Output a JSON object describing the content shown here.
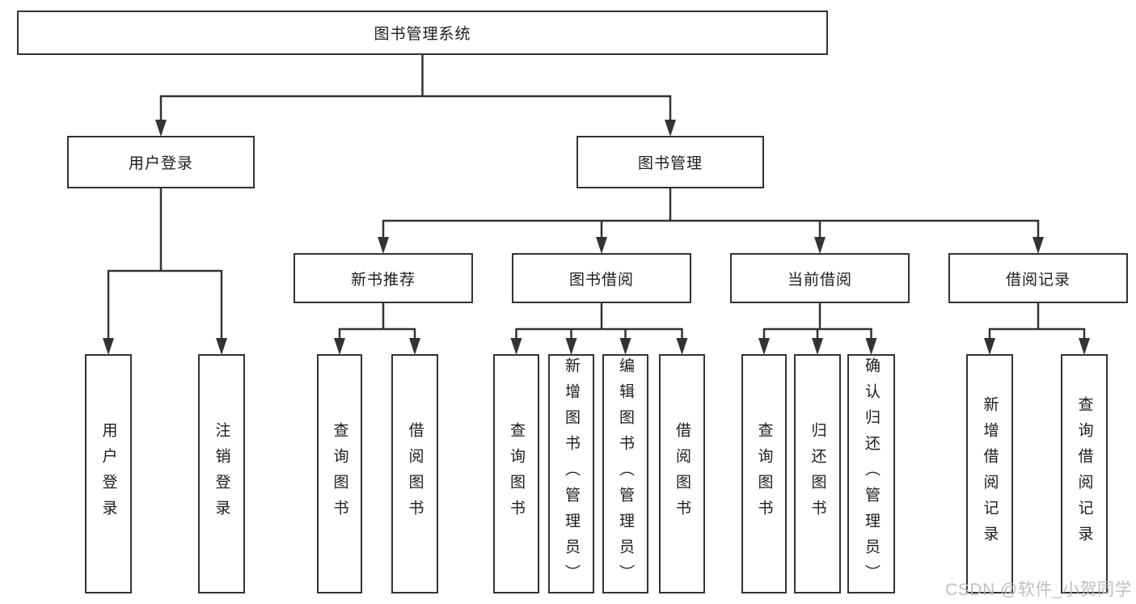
{
  "diagram_title": "图书管理系统",
  "nodes": [
    {
      "id": "root",
      "label": "图书管理系统",
      "parent": null,
      "text_direction": "horizontal"
    },
    {
      "id": "user-login",
      "label": "用户登录",
      "parent": "root",
      "text_direction": "horizontal"
    },
    {
      "id": "book-mgmt",
      "label": "图书管理",
      "parent": "root",
      "text_direction": "horizontal"
    },
    {
      "id": "new-book-rec",
      "label": "新书推荐",
      "parent": "book-mgmt",
      "text_direction": "horizontal"
    },
    {
      "id": "book-borrow",
      "label": "图书借阅",
      "parent": "book-mgmt",
      "text_direction": "horizontal"
    },
    {
      "id": "current-borrow",
      "label": "当前借阅",
      "parent": "book-mgmt",
      "text_direction": "horizontal"
    },
    {
      "id": "borrow-record",
      "label": "借阅记录",
      "parent": "book-mgmt",
      "text_direction": "horizontal"
    },
    {
      "id": "ul-login",
      "label": "用户登录",
      "parent": "user-login",
      "text_direction": "vertical"
    },
    {
      "id": "ul-logout",
      "label": "注销登录",
      "parent": "user-login",
      "text_direction": "vertical"
    },
    {
      "id": "nbr-query",
      "label": "查询图书",
      "parent": "new-book-rec",
      "text_direction": "vertical"
    },
    {
      "id": "nbr-borrow",
      "label": "借阅图书",
      "parent": "new-book-rec",
      "text_direction": "vertical"
    },
    {
      "id": "bb-query",
      "label": "查询图书",
      "parent": "book-borrow",
      "text_direction": "vertical"
    },
    {
      "id": "bb-add",
      "label": "新增图书（管理员）",
      "parent": "book-borrow",
      "text_direction": "vertical"
    },
    {
      "id": "bb-edit",
      "label": "编辑图书（管理员）",
      "parent": "book-borrow",
      "text_direction": "vertical"
    },
    {
      "id": "bb-borrow",
      "label": "借阅图书",
      "parent": "book-borrow",
      "text_direction": "vertical"
    },
    {
      "id": "cb-query",
      "label": "查询图书",
      "parent": "current-borrow",
      "text_direction": "vertical"
    },
    {
      "id": "cb-return",
      "label": "归还图书",
      "parent": "current-borrow",
      "text_direction": "vertical"
    },
    {
      "id": "cb-confirm",
      "label": "确认归还（管理员）",
      "parent": "current-borrow",
      "text_direction": "vertical"
    },
    {
      "id": "br-add",
      "label": "新增借阅记录",
      "parent": "borrow-record",
      "text_direction": "vertical"
    },
    {
      "id": "br-query",
      "label": "查询借阅记录",
      "parent": "borrow-record",
      "text_direction": "vertical"
    }
  ],
  "watermark": {
    "text": "CSDN @软件_小贺同学",
    "color": "#b9b9b9"
  },
  "colors": {
    "line": "#333333",
    "box_border": "#333333",
    "box_fill": "#ffffff",
    "text": "#1c1c1c",
    "background": "#ffffff"
  }
}
